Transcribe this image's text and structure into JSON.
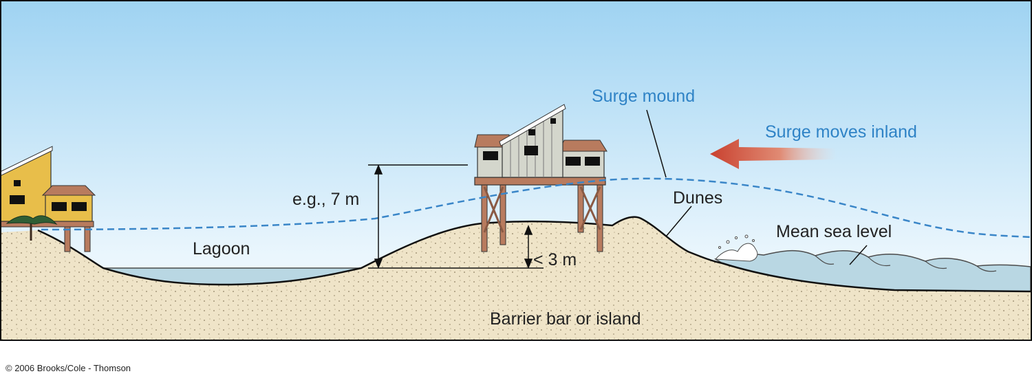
{
  "labels": {
    "surge_mound": "Surge mound",
    "surge_moves_inland": "Surge moves inland",
    "dunes": "Dunes",
    "mean_sea_level": "Mean sea level",
    "lagoon": "Lagoon",
    "example_height": "e.g., 7 m",
    "height_limit": "< 3 m",
    "barrier": "Barrier bar or island"
  },
  "credit": "© 2006 Brooks/Cole - Thomson",
  "colors": {
    "sky_top": "#9fd3f2",
    "sky_bottom": "#f3fafe",
    "sand": "#efe4c8",
    "water": "#b9d7e3",
    "surge_line": "#3a86c8",
    "arrow": "#d24a3a",
    "house_left": "#e8be4a",
    "house_center": "#d4d6cc",
    "roof": "#b87b5e"
  }
}
